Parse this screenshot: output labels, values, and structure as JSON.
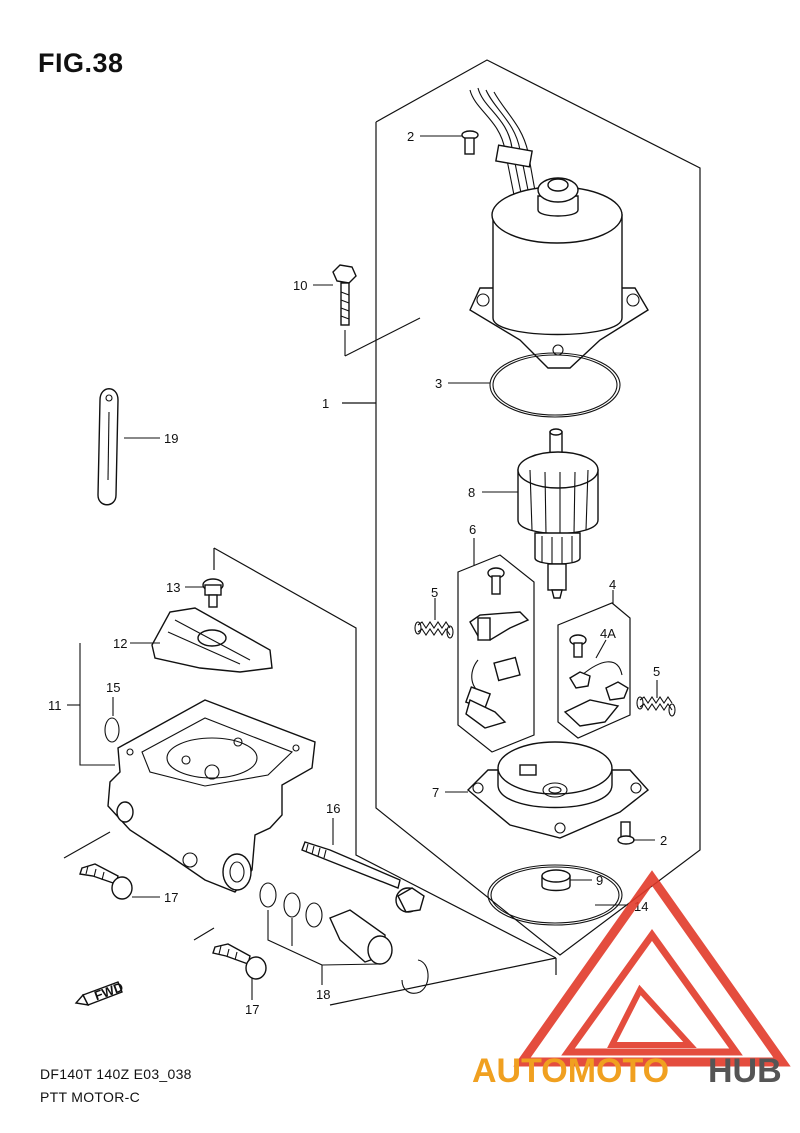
{
  "figure": {
    "title": "FIG.38",
    "model_code": "DF140T 140Z E03_038",
    "caption": "PTT MOTOR-C"
  },
  "callouts": {
    "c1": "1",
    "c2a": "2",
    "c2b": "2",
    "c3": "3",
    "c4": "4",
    "c4a": "4A",
    "c5a": "5",
    "c5b": "5",
    "c6": "6",
    "c7": "7",
    "c8": "8",
    "c9": "9",
    "c10": "10",
    "c11": "11",
    "c12": "12",
    "c13": "13",
    "c14": "14",
    "c15": "15",
    "c16": "16",
    "c17a": "17",
    "c17b": "17",
    "c18": "18",
    "c19": "19"
  },
  "direction_badge": "FWD",
  "watermark": {
    "part_a": "AUTOMOTO",
    "part_b": "HUB",
    "color_a": "#f0a020",
    "color_b": "#555555",
    "logo_color": "#e23a2a"
  }
}
